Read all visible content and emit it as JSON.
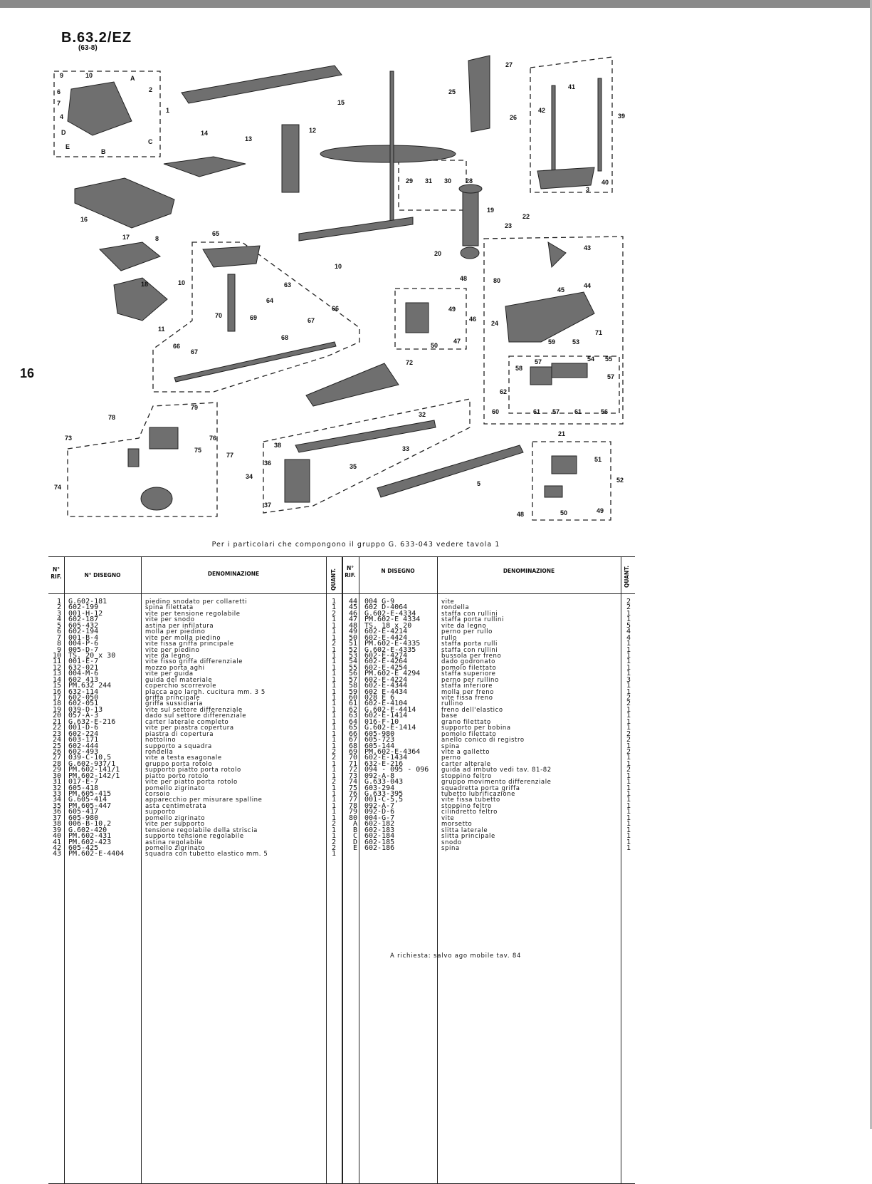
{
  "header": {
    "model": "B.63.2/EZ",
    "model_sub": "(63-8)",
    "page_number": "16"
  },
  "caption": "Per i particolari che compongono il gruppo G. 633-043 vedere tavola 1",
  "table": {
    "headers": {
      "rif": "N° RIF.",
      "disegno": "N° DISEGNO",
      "denominazione": "DENOMINAZIONE",
      "quant": "QUANT.",
      "rif2": "N° RIF.",
      "disegno2": "N DISEGNO",
      "denominazione2": "DENOMINAZIONE",
      "quant2": "QUANT."
    },
    "left_rows": [
      [
        "1",
        "G.602-181",
        "piedino snodato per collaretti",
        "1"
      ],
      [
        "2",
        "602-199",
        "spina filettata",
        "1"
      ],
      [
        "3",
        "001-H-12",
        "vite per tensione regolabile",
        "2"
      ],
      [
        "4",
        "602-187",
        "vite per snodo",
        "1"
      ],
      [
        "5",
        "605-432",
        "astina per infilatura",
        "1"
      ],
      [
        "6",
        "602-194",
        "molla per piedino",
        "1"
      ],
      [
        "7",
        "001-B-4",
        "vite per molla piedino",
        "1"
      ],
      [
        "8",
        "004-P-6",
        "vite fissa griffa principale",
        "2"
      ],
      [
        "9",
        "005-D-7",
        "vite per piedino",
        "1"
      ],
      [
        "10",
        "TS. 20 x 30",
        "vite da legno",
        "1"
      ],
      [
        "11",
        "001-E-7",
        "vite fisso griffa differenziale",
        "1"
      ],
      [
        "12",
        "632-021",
        "mozzo porta aghi",
        "1"
      ],
      [
        "13",
        "004-M-6",
        "vite per guida",
        "1"
      ],
      [
        "14",
        "602 413",
        "guida del materiale",
        "1"
      ],
      [
        "15",
        "PM.632 244",
        "coperchio scorrevole",
        "1"
      ],
      [
        "16",
        "632-114",
        "placca ago largh. cucitura mm. 3 5",
        "1"
      ],
      [
        "17",
        "602-050",
        "griffa principale",
        "1"
      ],
      [
        "18",
        "602-051",
        "griffa sussidiaria",
        "1"
      ],
      [
        "19",
        "039-D-13",
        "vite sul settore differenziale",
        "1"
      ],
      [
        "20",
        "057-A-3",
        "dado sul settore differenziale",
        "1"
      ],
      [
        "21",
        "G.632-E-216",
        "carter laterale completo",
        "1"
      ],
      [
        "22",
        "001-D-6",
        "vite per piastra copertura",
        "1"
      ],
      [
        "23",
        "602-224",
        "piastra di copertura",
        "1"
      ],
      [
        "24",
        "603-171",
        "nottolino",
        "1"
      ],
      [
        "25",
        "602-444",
        "supporto a squadra",
        "1"
      ],
      [
        "26",
        "602-493",
        "rondella",
        "2"
      ],
      [
        "27",
        "039-C-10,5",
        "vite a testa esagonale",
        "2"
      ],
      [
        "28",
        "G.602-937/1",
        "gruppo porta rotolo",
        "1"
      ],
      [
        "29",
        "PM.602-141/1",
        "supporto piatto porta rotolo",
        "1"
      ],
      [
        "30",
        "PM.602-142/1",
        "piatto porto rotolo",
        "1"
      ],
      [
        "31",
        "017-E-7",
        "vite per piatto porta rotolo",
        "2"
      ],
      [
        "32",
        "605-418",
        "pomello zigrinato",
        "1"
      ],
      [
        "33",
        "PM.605-415",
        "corsoio",
        "1"
      ],
      [
        "34",
        "G.605-414",
        "apparecchio per misurare spalline",
        "1"
      ],
      [
        "35",
        "PM.605-447",
        "asta centimetrata",
        "1"
      ],
      [
        "36",
        "605-417",
        "supporto",
        "1"
      ],
      [
        "37",
        "605-980",
        "pomello zigrinato",
        "1"
      ],
      [
        "38",
        "006-B-10,2",
        "vite per supporto",
        "2"
      ],
      [
        "39",
        "G.602-420",
        "tensione regolabile della striscia",
        "1"
      ],
      [
        "40",
        "PM.602-431",
        "supporto tensione regolabile",
        "1"
      ],
      [
        "41",
        "PM.602-423",
        "astina regolabile",
        "2"
      ],
      [
        "42",
        "605-425",
        "pomello zigrinato",
        "2"
      ],
      [
        "43",
        "PM.602-E-4404",
        "squadra con tubetto elastico mm. 5",
        "1"
      ]
    ],
    "right_rows": [
      [
        "44",
        "004 G-9",
        "vite",
        "2"
      ],
      [
        "45",
        "602 D-4064",
        "rondella",
        "2"
      ],
      [
        "46",
        "G.602-E-4334",
        "staffa con rullini",
        "1"
      ],
      [
        "47",
        "PM.602-E 4334",
        "staffa porta rullini",
        "1"
      ],
      [
        "48",
        "TS. 18 x 20",
        "vite da legno",
        "5"
      ],
      [
        "49",
        "602-E-4214",
        "perno per rullo",
        "4"
      ],
      [
        "50",
        "602-E-4424",
        "rullo",
        "4"
      ],
      [
        "51",
        "PM.602-E-4335",
        "staffa porta rulli",
        "1"
      ],
      [
        "52",
        "G.602-E-4335",
        "staffa con rullini",
        "1"
      ],
      [
        "53",
        "602-E-4274",
        "bussola per freno",
        "1"
      ],
      [
        "54",
        "602-E-4264",
        "dado godronato",
        "1"
      ],
      [
        "55",
        "602-E-4254",
        "pomolo filettato",
        "1"
      ],
      [
        "56",
        "PM.602-E 4294",
        "staffa superiore",
        "1"
      ],
      [
        "57",
        "602-E-4224",
        "perno per rullino",
        "3"
      ],
      [
        "58",
        "602-E-4344",
        "staffa inferiore",
        "1"
      ],
      [
        "59",
        "602 E-4434",
        "molla per freno",
        "1"
      ],
      [
        "60",
        "028 E 6",
        "vite fissa freno",
        "2"
      ],
      [
        "61",
        "602-E-4104",
        "rullino",
        "2"
      ],
      [
        "62",
        "G.602-E-4414",
        "freno dell'elastico",
        "1"
      ],
      [
        "63",
        "602-E-1414",
        "base",
        "1"
      ],
      [
        "64",
        "016-F-10",
        "grano filettato",
        "1"
      ],
      [
        "65",
        "G.602-E-1414",
        "supporto per bobina",
        "1"
      ],
      [
        "66",
        "605-980",
        "pomolo filettato",
        "2"
      ],
      [
        "67",
        "605-723",
        "anello conico di registro",
        "2"
      ],
      [
        "68",
        "605-144",
        "spina",
        "1"
      ],
      [
        "69",
        "PM.602-E-4364",
        "vite a galletto",
        "2"
      ],
      [
        "70",
        "602-E-1434",
        "perno",
        "1"
      ],
      [
        "71",
        "632-E-216",
        "carter alterale",
        "1"
      ],
      [
        "72",
        "094 - 095 - 096",
        "guida ad imbuto vedi tav. 81-82",
        "2"
      ],
      [
        "73",
        "092-A-8",
        "stoppino feltro",
        "1"
      ],
      [
        "74",
        "G.633-043",
        "gruppo movimento differenziale",
        "1"
      ],
      [
        "75",
        "603-294",
        "squadretta porta griffa",
        "1"
      ],
      [
        "76",
        "G.633-395",
        "tubetto lubrificazione",
        "1"
      ],
      [
        "77",
        "001-C-5,5",
        "vite fissa tubetto",
        "1"
      ],
      [
        "78",
        "092-A-7",
        "stoppino feltro",
        "1"
      ],
      [
        "79",
        "092-D-6",
        "cilindretto feltro",
        "1"
      ],
      [
        "80",
        "004-G-7",
        "vite",
        "1"
      ],
      [
        "A",
        "602-182",
        "morsetto",
        "1"
      ],
      [
        "B",
        "602-183",
        "slitta laterale",
        "1"
      ],
      [
        "C",
        "602-184",
        "slitta principale",
        "1"
      ],
      [
        "D",
        "602-185",
        "snodo",
        "1"
      ],
      [
        "E",
        "602-186",
        "spina",
        "1"
      ]
    ],
    "note": "A richiesta: salvo ago mobile tav. 84"
  },
  "diagram_labels": [
    "1",
    "2",
    "3",
    "4",
    "5",
    "6",
    "7",
    "8",
    "9",
    "10",
    "11",
    "12",
    "13",
    "14",
    "15",
    "16",
    "17",
    "18",
    "19",
    "20",
    "21",
    "22",
    "23",
    "24",
    "25",
    "26",
    "27",
    "28",
    "29",
    "30",
    "31",
    "32",
    "33",
    "34",
    "35",
    "36",
    "37",
    "38",
    "39",
    "40",
    "41",
    "42",
    "43",
    "44",
    "45",
    "46",
    "47",
    "48",
    "49",
    "50",
    "51",
    "52",
    "53",
    "54",
    "55",
    "56",
    "57",
    "58",
    "59",
    "60",
    "61",
    "62",
    "63",
    "64",
    "65",
    "66",
    "67",
    "68",
    "69",
    "70",
    "71",
    "72",
    "73",
    "74",
    "75",
    "76",
    "77",
    "78",
    "79",
    "80",
    "A",
    "B",
    "C",
    "D",
    "E"
  ]
}
